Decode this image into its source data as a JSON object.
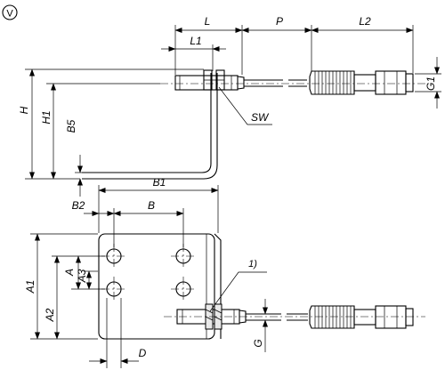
{
  "view_marker": "V",
  "footnote_marker": "1)",
  "dimensions": {
    "L": "L",
    "P": "P",
    "L2": "L2",
    "L1": "L1",
    "H": "H",
    "H1": "H1",
    "B5": "B5",
    "SW": "SW",
    "G1": "G1",
    "B1": "B1",
    "B2": "B2",
    "B": "B",
    "A": "A",
    "A1": "A1",
    "A2": "A2",
    "A3": "A3",
    "D": "D",
    "G": "G"
  }
}
